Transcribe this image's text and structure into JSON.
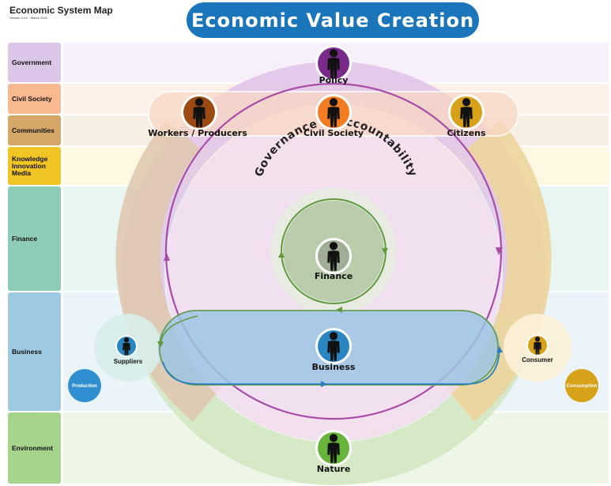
{
  "header": {
    "title": "Economic System Map",
    "version": "Version 4.0.0 · March 2021",
    "main_title": "Economic Value Creation"
  },
  "sectors": [
    {
      "key": "government",
      "label": "Government",
      "label_color": "#dcc6e8",
      "band_color": "#f7eff9"
    },
    {
      "key": "civil_society",
      "label": "Civil Society",
      "label_color": "#f8b890",
      "band_color": "#fdf0e8"
    },
    {
      "key": "communities",
      "label": "Communities",
      "label_color": "#d4a767",
      "band_color": "#f8efe4"
    },
    {
      "key": "knowledge",
      "label": "Knowledge Innovation Media",
      "label_color": "#f1c524",
      "band_color": "#fdf8e2"
    },
    {
      "key": "finance",
      "label": "Finance",
      "label_color": "#8dcdb6",
      "band_color": "#e9f5f0"
    },
    {
      "key": "business",
      "label": "Business",
      "label_color": "#9ec9e3",
      "band_color": "#ebf4f9"
    },
    {
      "key": "environment",
      "label": "Environment",
      "label_color": "#a7d48c",
      "band_color": "#eef6e8"
    }
  ],
  "ring_label": "Governance & Accountability",
  "actors": {
    "policy": {
      "label": "Policy",
      "color": "#7a2b8a"
    },
    "workers": {
      "label": "Workers / Producers",
      "color": "#9c4a12"
    },
    "civil": {
      "label": "Civil Society",
      "color": "#f47c20"
    },
    "citizens": {
      "label": "Citizens",
      "color": "#d8a11a"
    },
    "finance": {
      "label": "Finance",
      "color": "#9fae94"
    },
    "business": {
      "label": "Business",
      "color": "#2a86c0"
    },
    "suppliers": {
      "label": "Suppliers",
      "color": "#2a86c0"
    },
    "consumer": {
      "label": "Consumer",
      "color": "#d8a11a"
    },
    "nature": {
      "label": "Nature",
      "color": "#67b43a"
    }
  },
  "badges": {
    "production": {
      "label": "Production",
      "color": "#2f8fd0"
    },
    "consumption": {
      "label": "Consumption",
      "color": "#d8a11a"
    }
  },
  "colors": {
    "governance_arrow": "#a84ca8",
    "finance_arrow": "#5e9a3c",
    "business_arrow": "#2b7fbf"
  }
}
